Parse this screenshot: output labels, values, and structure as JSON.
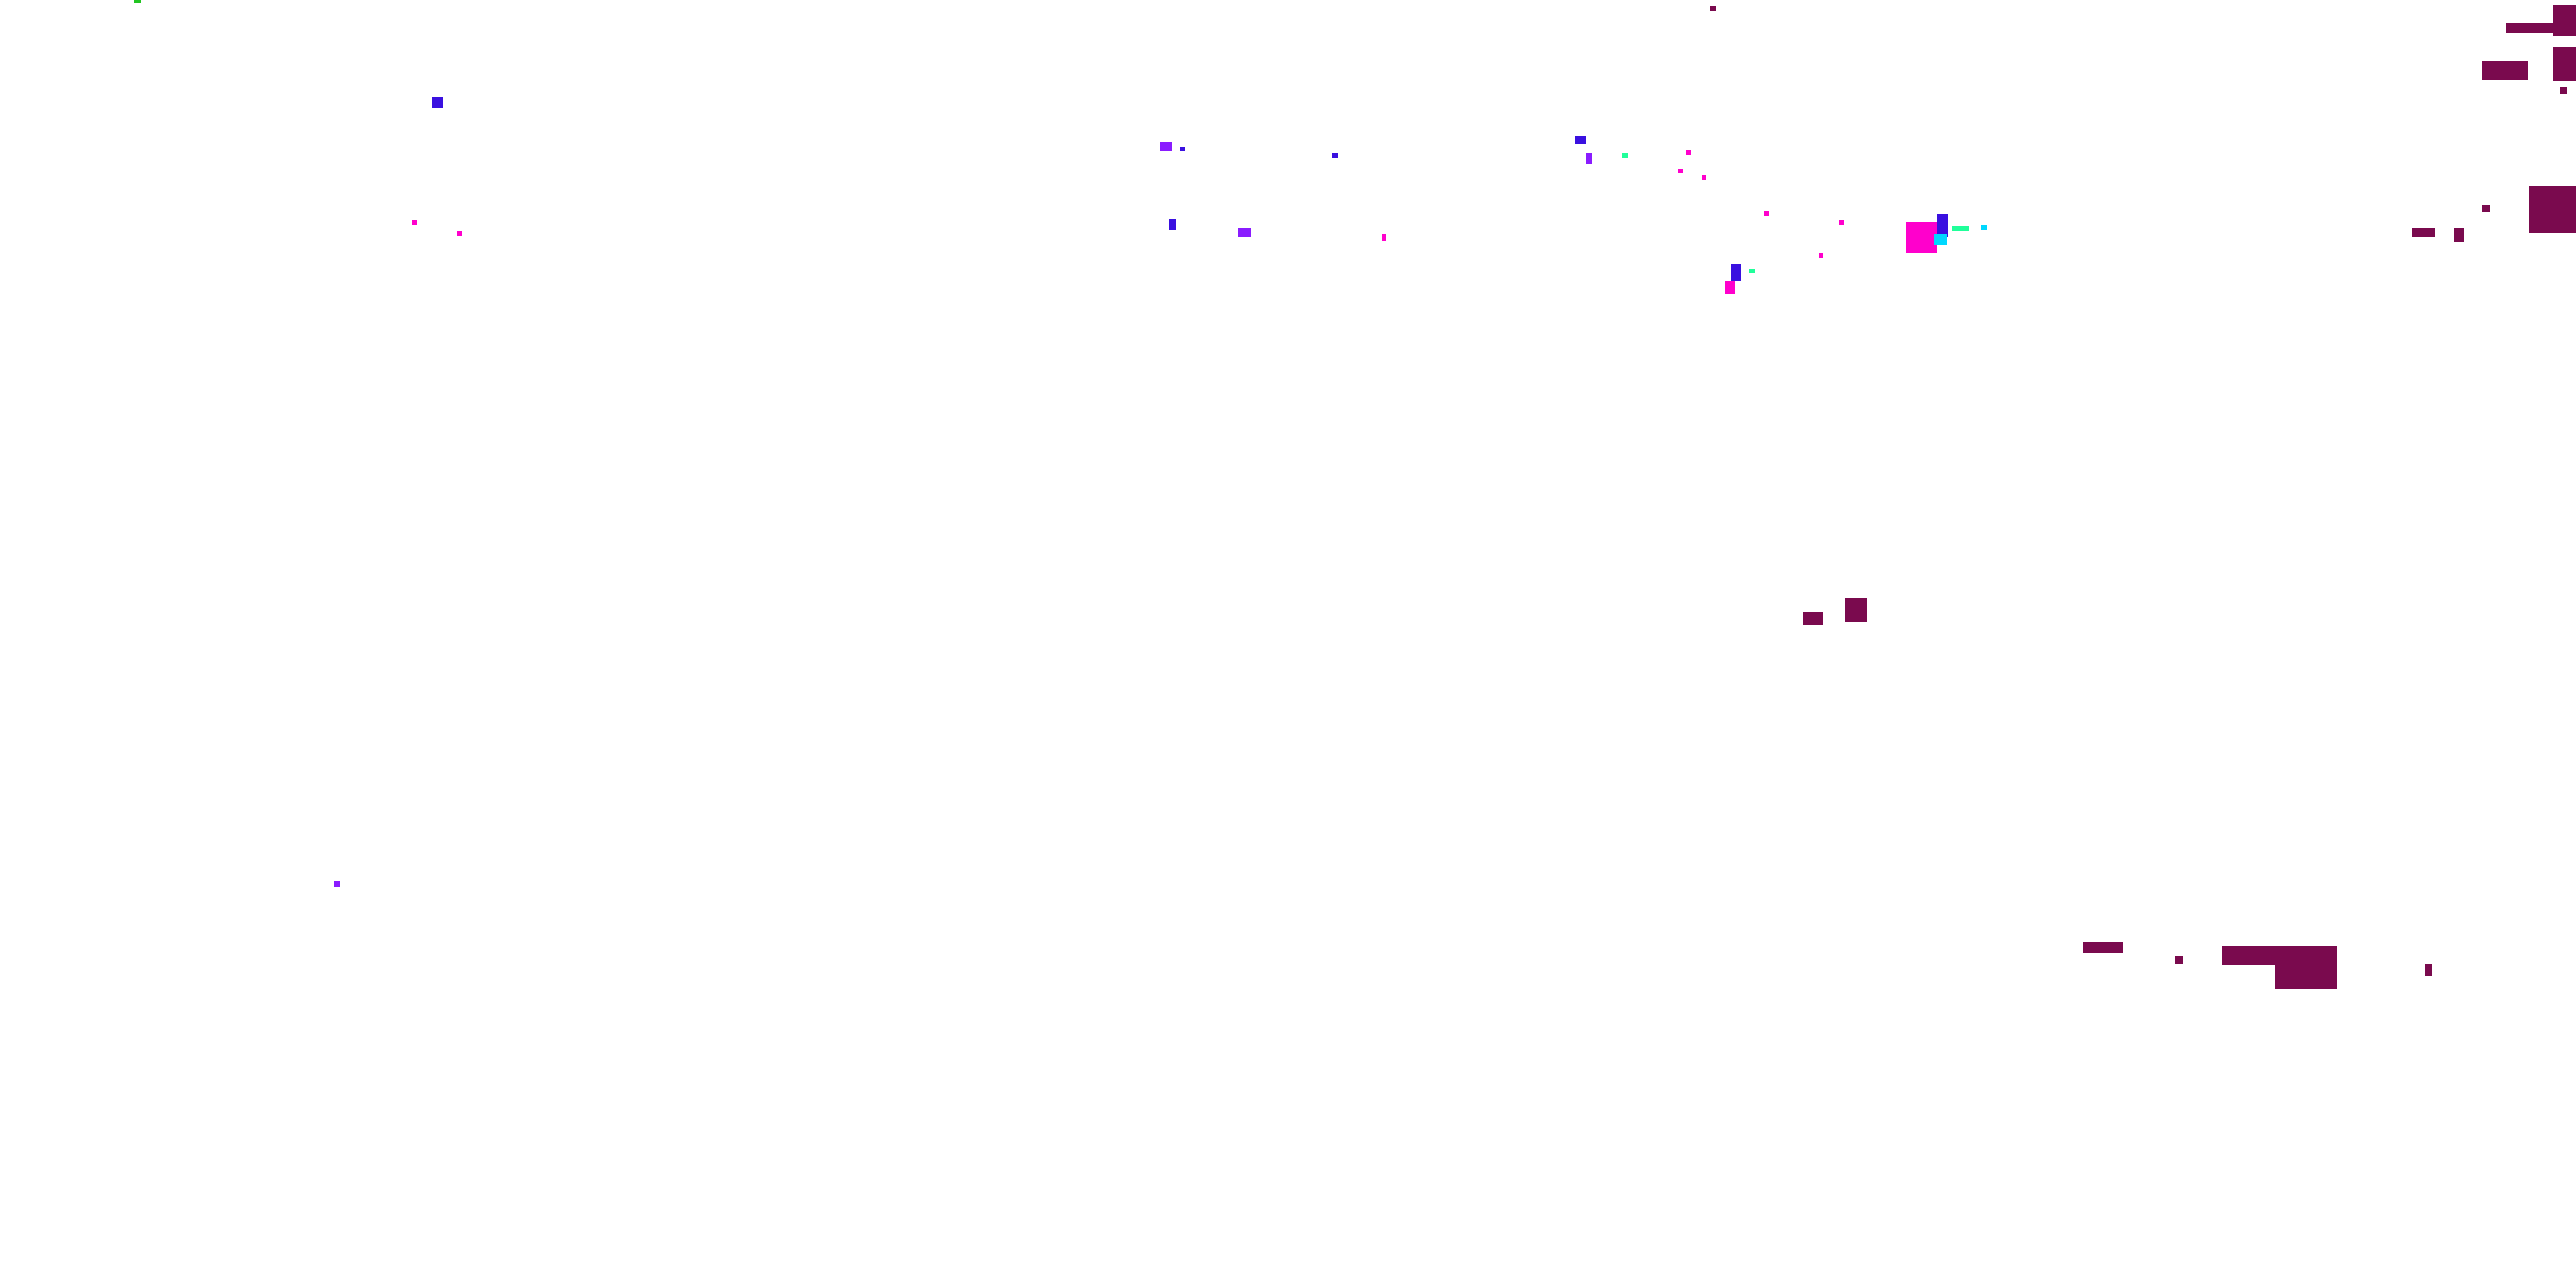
{
  "palette": {
    "background": "#ffffff",
    "dark_magenta": "#7a0a4e",
    "magenta": "#ff00cc",
    "violet": "#8a1cff",
    "blue": "#3a10e0",
    "cyan": "#00d8ff",
    "mint": "#20ff9a",
    "green": "#22c522"
  },
  "flecks": [
    {
      "name": "fleck-green-top-left",
      "color": "green"
    },
    {
      "name": "fleck-blue-upper-left",
      "color": "blue"
    },
    {
      "name": "fleck-magenta-left-a",
      "color": "magenta"
    },
    {
      "name": "fleck-magenta-left-b",
      "color": "magenta"
    },
    {
      "name": "fleck-violet-mid-a",
      "color": "violet"
    },
    {
      "name": "fleck-violet-mid-b",
      "color": "blue"
    },
    {
      "name": "fleck-blue-mid-c",
      "color": "blue"
    },
    {
      "name": "fleck-blue-mid-d",
      "color": "blue"
    },
    {
      "name": "fleck-violet-mid-e",
      "color": "violet"
    },
    {
      "name": "fleck-magenta-mid-f",
      "color": "magenta"
    },
    {
      "name": "fleck-blue-center-a",
      "color": "blue"
    },
    {
      "name": "fleck-violet-center-b",
      "color": "violet"
    },
    {
      "name": "fleck-mint-center-c",
      "color": "mint"
    },
    {
      "name": "fleck-magenta-center-d",
      "color": "magenta"
    },
    {
      "name": "fleck-magenta-center-e",
      "color": "magenta"
    },
    {
      "name": "fleck-magenta-center-f",
      "color": "magenta"
    },
    {
      "name": "fleck-darkmagenta-top-center",
      "color": "dark_magenta"
    },
    {
      "name": "fleck-magenta-center-g",
      "color": "magenta"
    },
    {
      "name": "fleck-magenta-center-h",
      "color": "magenta"
    },
    {
      "name": "fleck-magenta-center-i",
      "color": "magenta"
    },
    {
      "name": "fleck-blue-center-j",
      "color": "blue"
    },
    {
      "name": "fleck-magenta-center-k",
      "color": "magenta"
    },
    {
      "name": "fleck-mint-center-l",
      "color": "mint"
    },
    {
      "name": "fleck-magenta-cluster-a",
      "color": "magenta"
    },
    {
      "name": "fleck-blue-cluster-b",
      "color": "blue"
    },
    {
      "name": "fleck-cyan-cluster-c",
      "color": "cyan"
    },
    {
      "name": "fleck-mint-cluster-d",
      "color": "mint"
    },
    {
      "name": "fleck-cyan-cluster-e",
      "color": "cyan"
    },
    {
      "name": "fleck-violet-lower-left",
      "color": "violet"
    },
    {
      "name": "fleck-darkmagenta-mid-a",
      "color": "dark_magenta"
    },
    {
      "name": "fleck-darkmagenta-mid-b",
      "color": "dark_magenta"
    }
  ],
  "dark_clusters": [
    {
      "name": "darkmagenta-cluster-top-right"
    },
    {
      "name": "darkmagenta-cluster-right"
    },
    {
      "name": "darkmagenta-cluster-bottom-right"
    }
  ]
}
